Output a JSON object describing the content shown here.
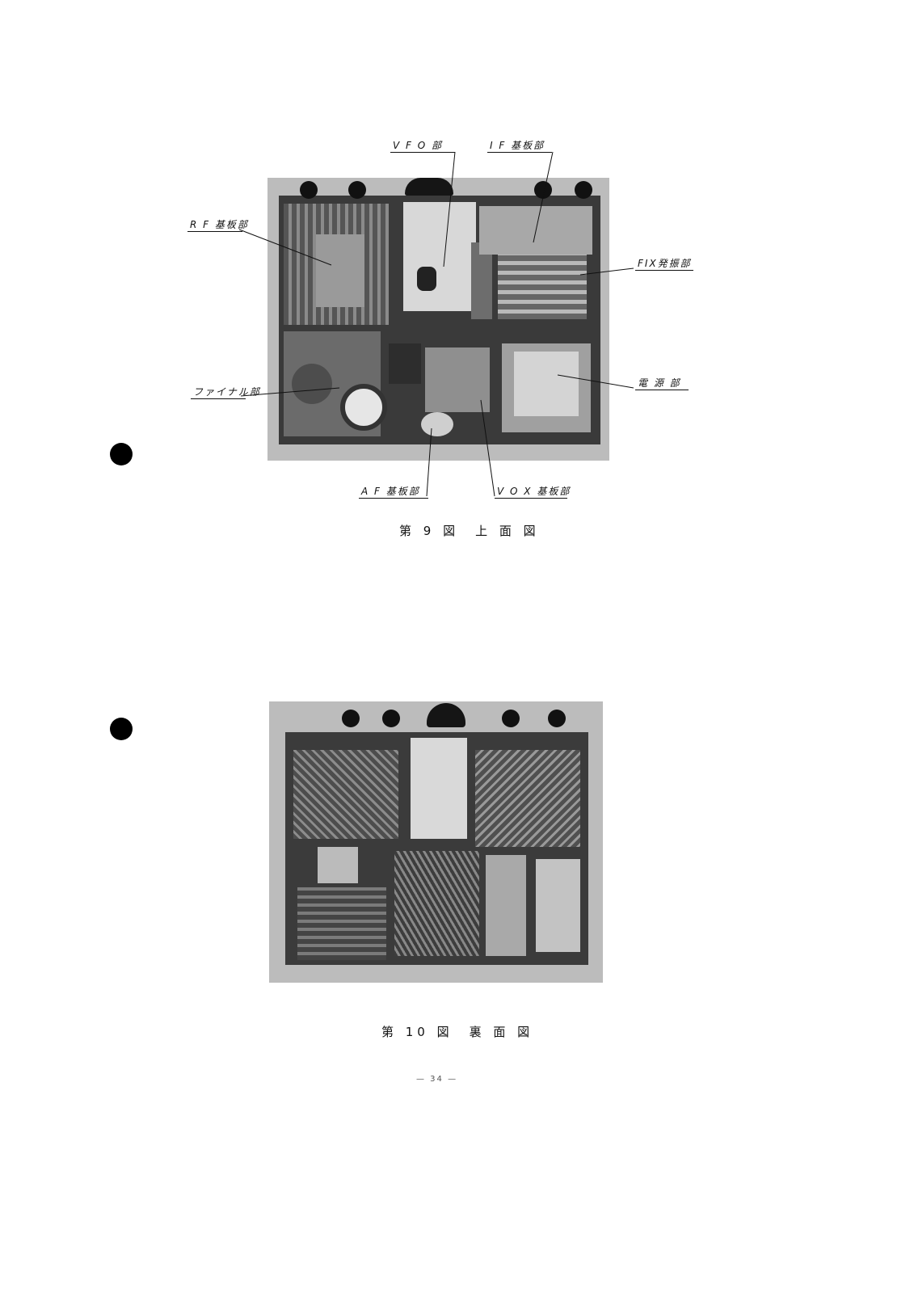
{
  "figure_top": {
    "labels": {
      "vfo": "V F O 部",
      "if_board": "I F 基板部",
      "rf_board": "R F 基板部",
      "fix_osc": "FIX発振部",
      "final": "ファイナル部",
      "power": "電 源 部",
      "af_board": "A F 基板部",
      "vox_board": "V O X 基板部"
    },
    "caption": "第 9 図　上 面 図"
  },
  "figure_bottom": {
    "caption": "第 10 図　裏 面 図"
  },
  "page_number": "— 34 —"
}
